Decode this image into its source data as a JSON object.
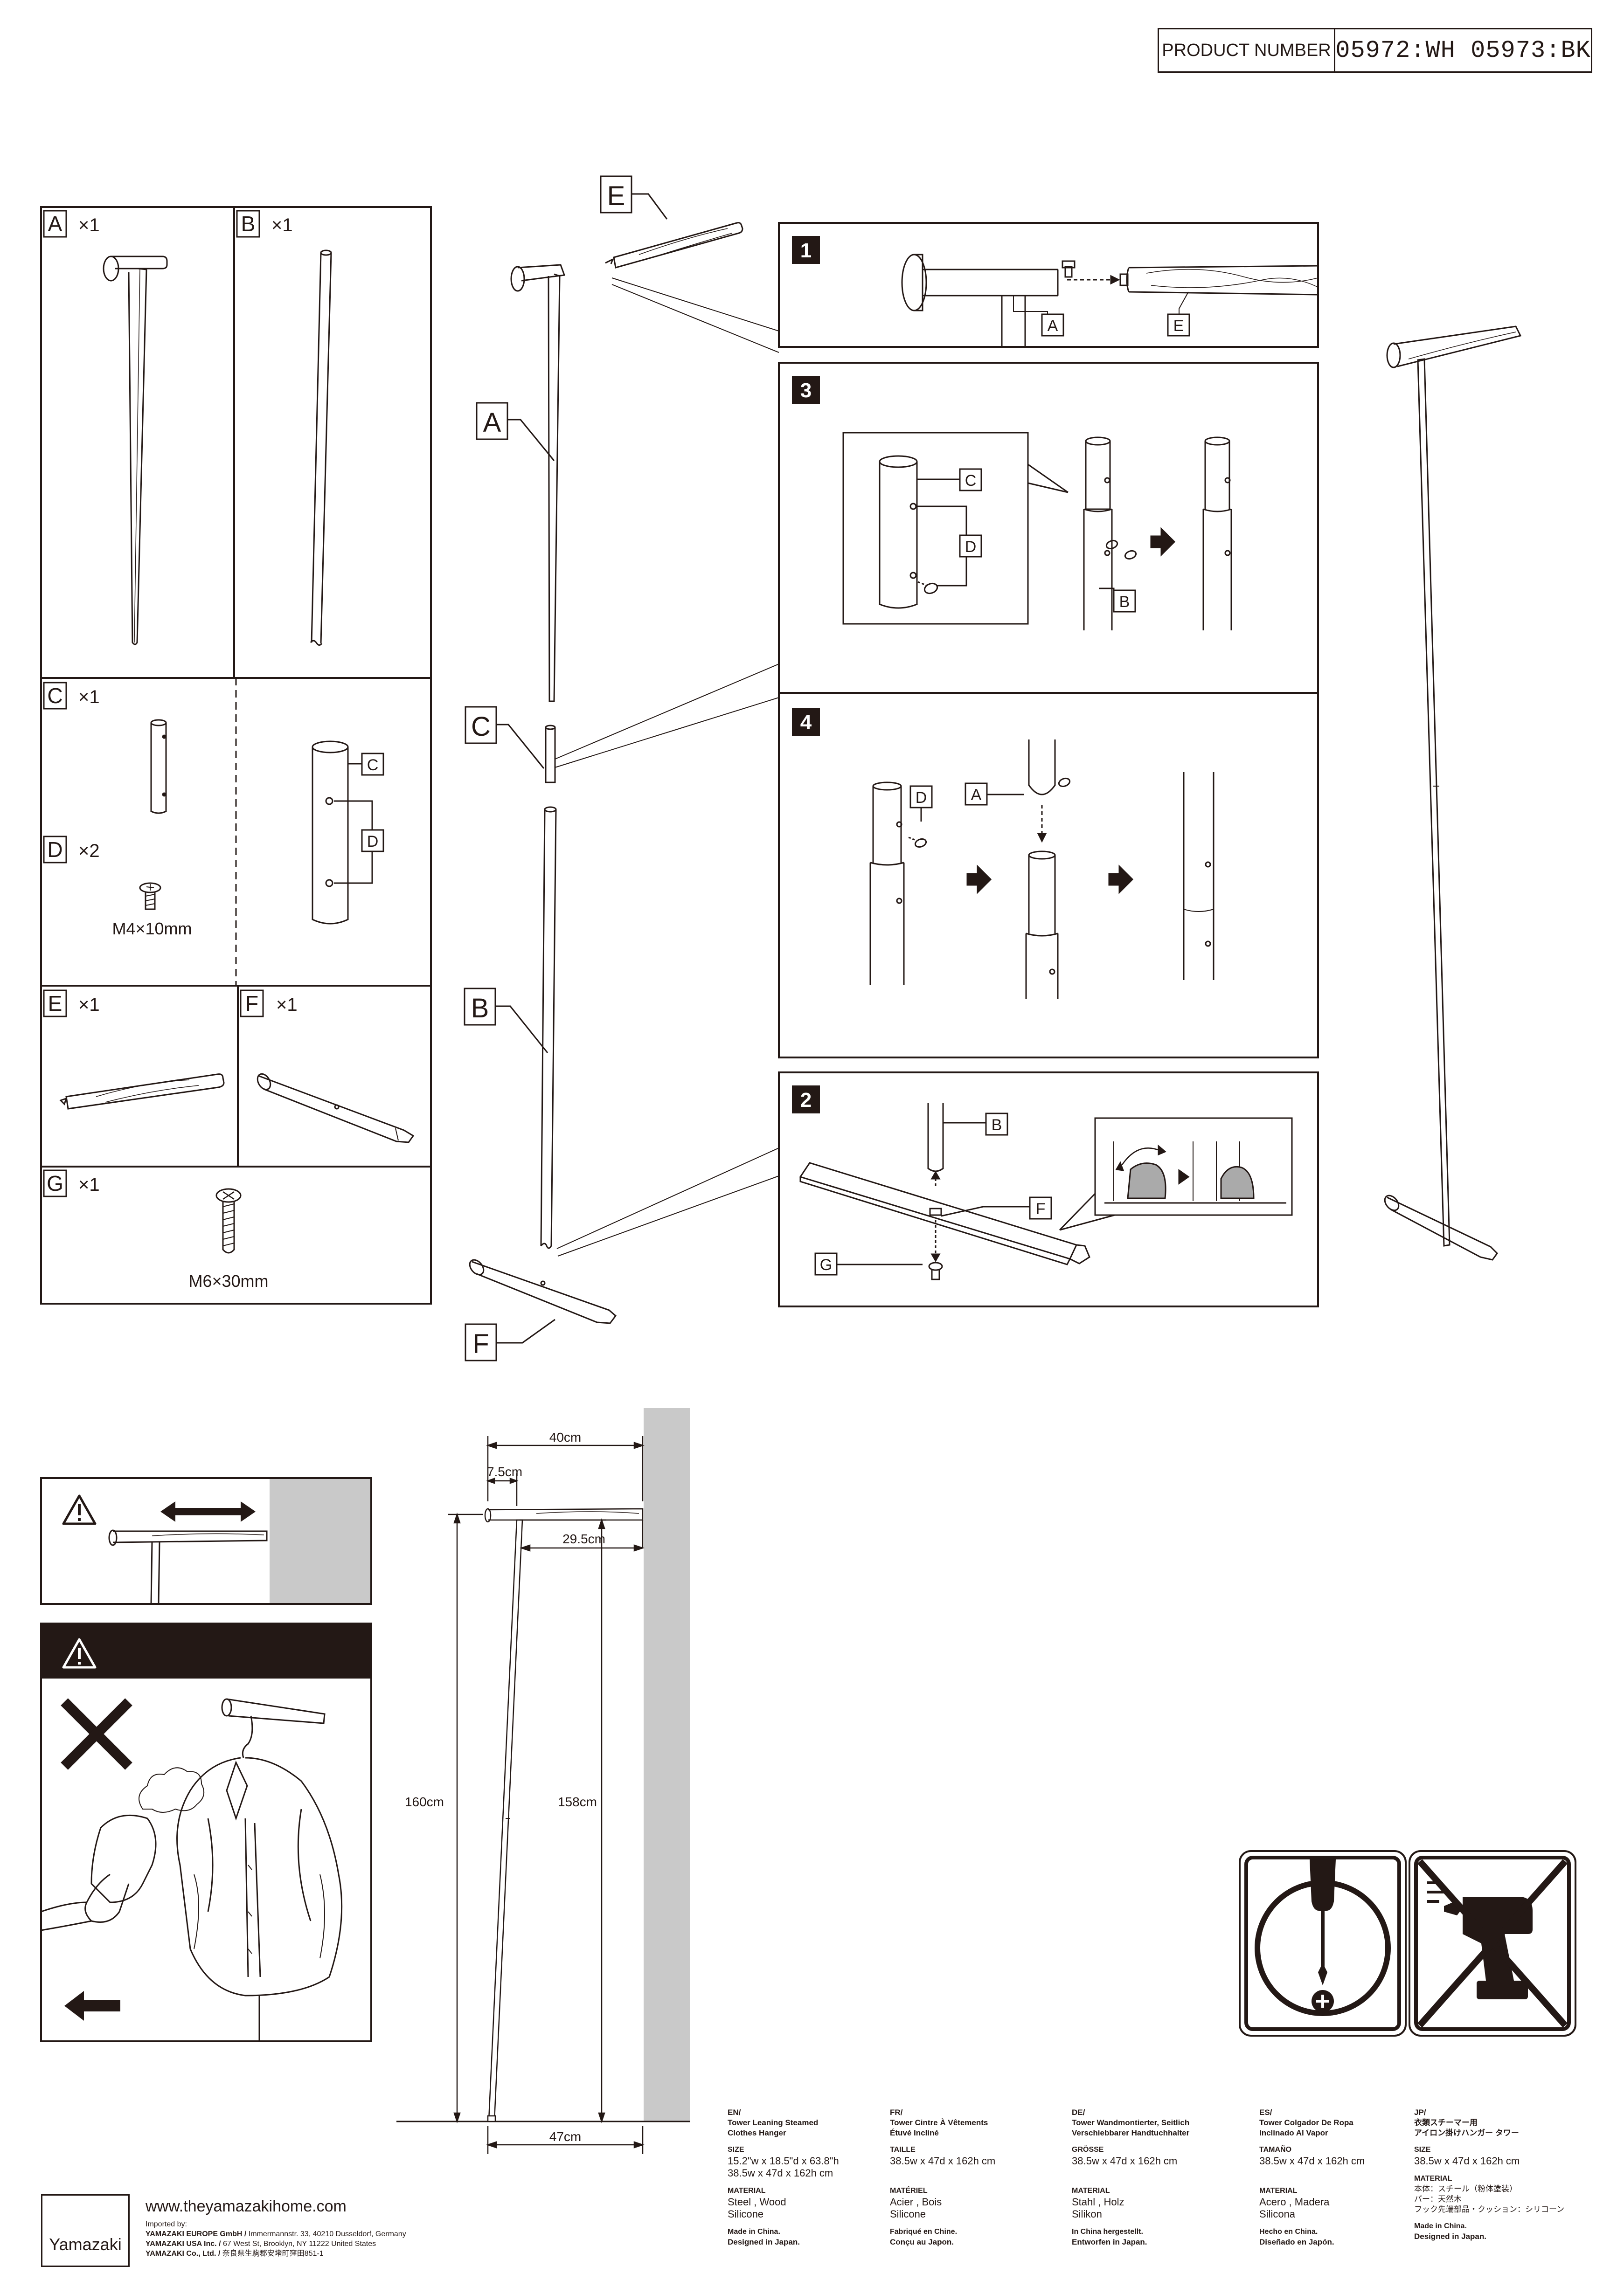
{
  "product": {
    "label": "PRODUCT NUMBER",
    "value": "05972:WH  05973:BK"
  },
  "parts": {
    "a": {
      "letter": "A",
      "qty": "×1"
    },
    "b": {
      "letter": "B",
      "qty": "×1"
    },
    "c": {
      "letter": "C",
      "qty": "×1"
    },
    "d": {
      "letter": "D",
      "qty": "×2",
      "size": "M4×10mm"
    },
    "e": {
      "letter": "E",
      "qty": "×1"
    },
    "f": {
      "letter": "F",
      "qty": "×1"
    },
    "g": {
      "letter": "G",
      "qty": "×1",
      "size": "M6×30mm"
    }
  },
  "callouts": {
    "a": "A",
    "b": "B",
    "c": "C",
    "d": "D",
    "e": "E",
    "f": "F",
    "g": "G"
  },
  "steps": {
    "s1": "1",
    "s2": "2",
    "s3": "3",
    "s4": "4"
  },
  "dimensions": {
    "w40": "40cm",
    "w75": "7.5cm",
    "w295": "29.5cm",
    "h160": "160cm",
    "h158": "158cm",
    "w47": "47cm"
  },
  "warning_icons": {
    "caution": "warning-triangle-icon",
    "prohibited": "x-mark-icon",
    "arrow": "arrow-left-icon"
  },
  "tool_icons": {
    "allowed": "screwdriver-icon",
    "prohibited": "power-drill-prohibited-icon"
  },
  "languages": [
    {
      "code": "EN/",
      "title": [
        "Tower Leaning Steamed",
        "Clothes Hanger"
      ],
      "size_label": "SIZE",
      "size": [
        "15.2\"w x 18.5\"d x 63.8\"h",
        "38.5w x 47d x 162h cm"
      ],
      "material_label": "MATERIAL",
      "material": [
        "Steel , Wood",
        "Silicone"
      ],
      "origin": [
        "Made in China.",
        "Designed in Japan."
      ]
    },
    {
      "code": "FR/",
      "title": [
        "Tower  Cintre À Vêtements",
        "Étuvé Incliné"
      ],
      "size_label": "TAILLE",
      "size": [
        "38.5w x 47d x 162h cm"
      ],
      "material_label": "MATÉRIEL",
      "material": [
        "Acier , Bois",
        "Silicone"
      ],
      "origin": [
        "Fabriqué en Chine.",
        "Conçu au Japon."
      ]
    },
    {
      "code": "DE/",
      "title": [
        "Tower Wandmontierter, Seitlich",
        "Verschiebbarer Handtuchhalter"
      ],
      "size_label": "GRÖSSE",
      "size": [
        "38.5w x 47d x 162h cm"
      ],
      "material_label": "MATERIAL",
      "material": [
        "Stahl , Holz",
        "Silikon"
      ],
      "origin": [
        "In China hergestellt.",
        "Entworfen in Japan."
      ]
    },
    {
      "code": "ES/",
      "title": [
        "Tower  Colgador De Ropa",
        "Inclinado Al Vapor"
      ],
      "size_label": "TAMAÑO",
      "size": [
        "38.5w x 47d x 162h cm"
      ],
      "material_label": "MATERIAL",
      "material": [
        "Acero , Madera",
        "Silicona"
      ],
      "origin": [
        "Hecho en China.",
        "Diseñado en Japón."
      ]
    },
    {
      "code": "JP/",
      "title": [
        "衣類スチーマー用",
        "アイロン掛けハンガー タワー"
      ],
      "size_label": "SIZE",
      "size": [
        "38.5w x 47d x 162h cm"
      ],
      "material_label": "MATERIAL",
      "material": [
        "本体：スチール（粉体塗装）",
        "バー：天然木",
        "フック先端部品・クッション：シリコーン"
      ],
      "origin": [
        "Made in China.",
        "Designed in Japan."
      ]
    }
  ],
  "footer": {
    "brand": "Yamazaki",
    "url": "www.theyamazakihome.com",
    "imported_by": "Imported by:",
    "addresses": [
      {
        "name": "YAMAZAKI EUROPE GmbH /",
        "addr": " Immermannstr. 33, 40210 Dusseldorf, Germany"
      },
      {
        "name": "YAMAZAKI USA Inc.  /",
        "addr": " 67 West St, Brooklyn, NY 11222 United States"
      },
      {
        "name": "YAMAZAKI Co., Ltd.  /",
        "addr": " 奈良県生駒郡安堵町窪田851-1"
      }
    ]
  }
}
